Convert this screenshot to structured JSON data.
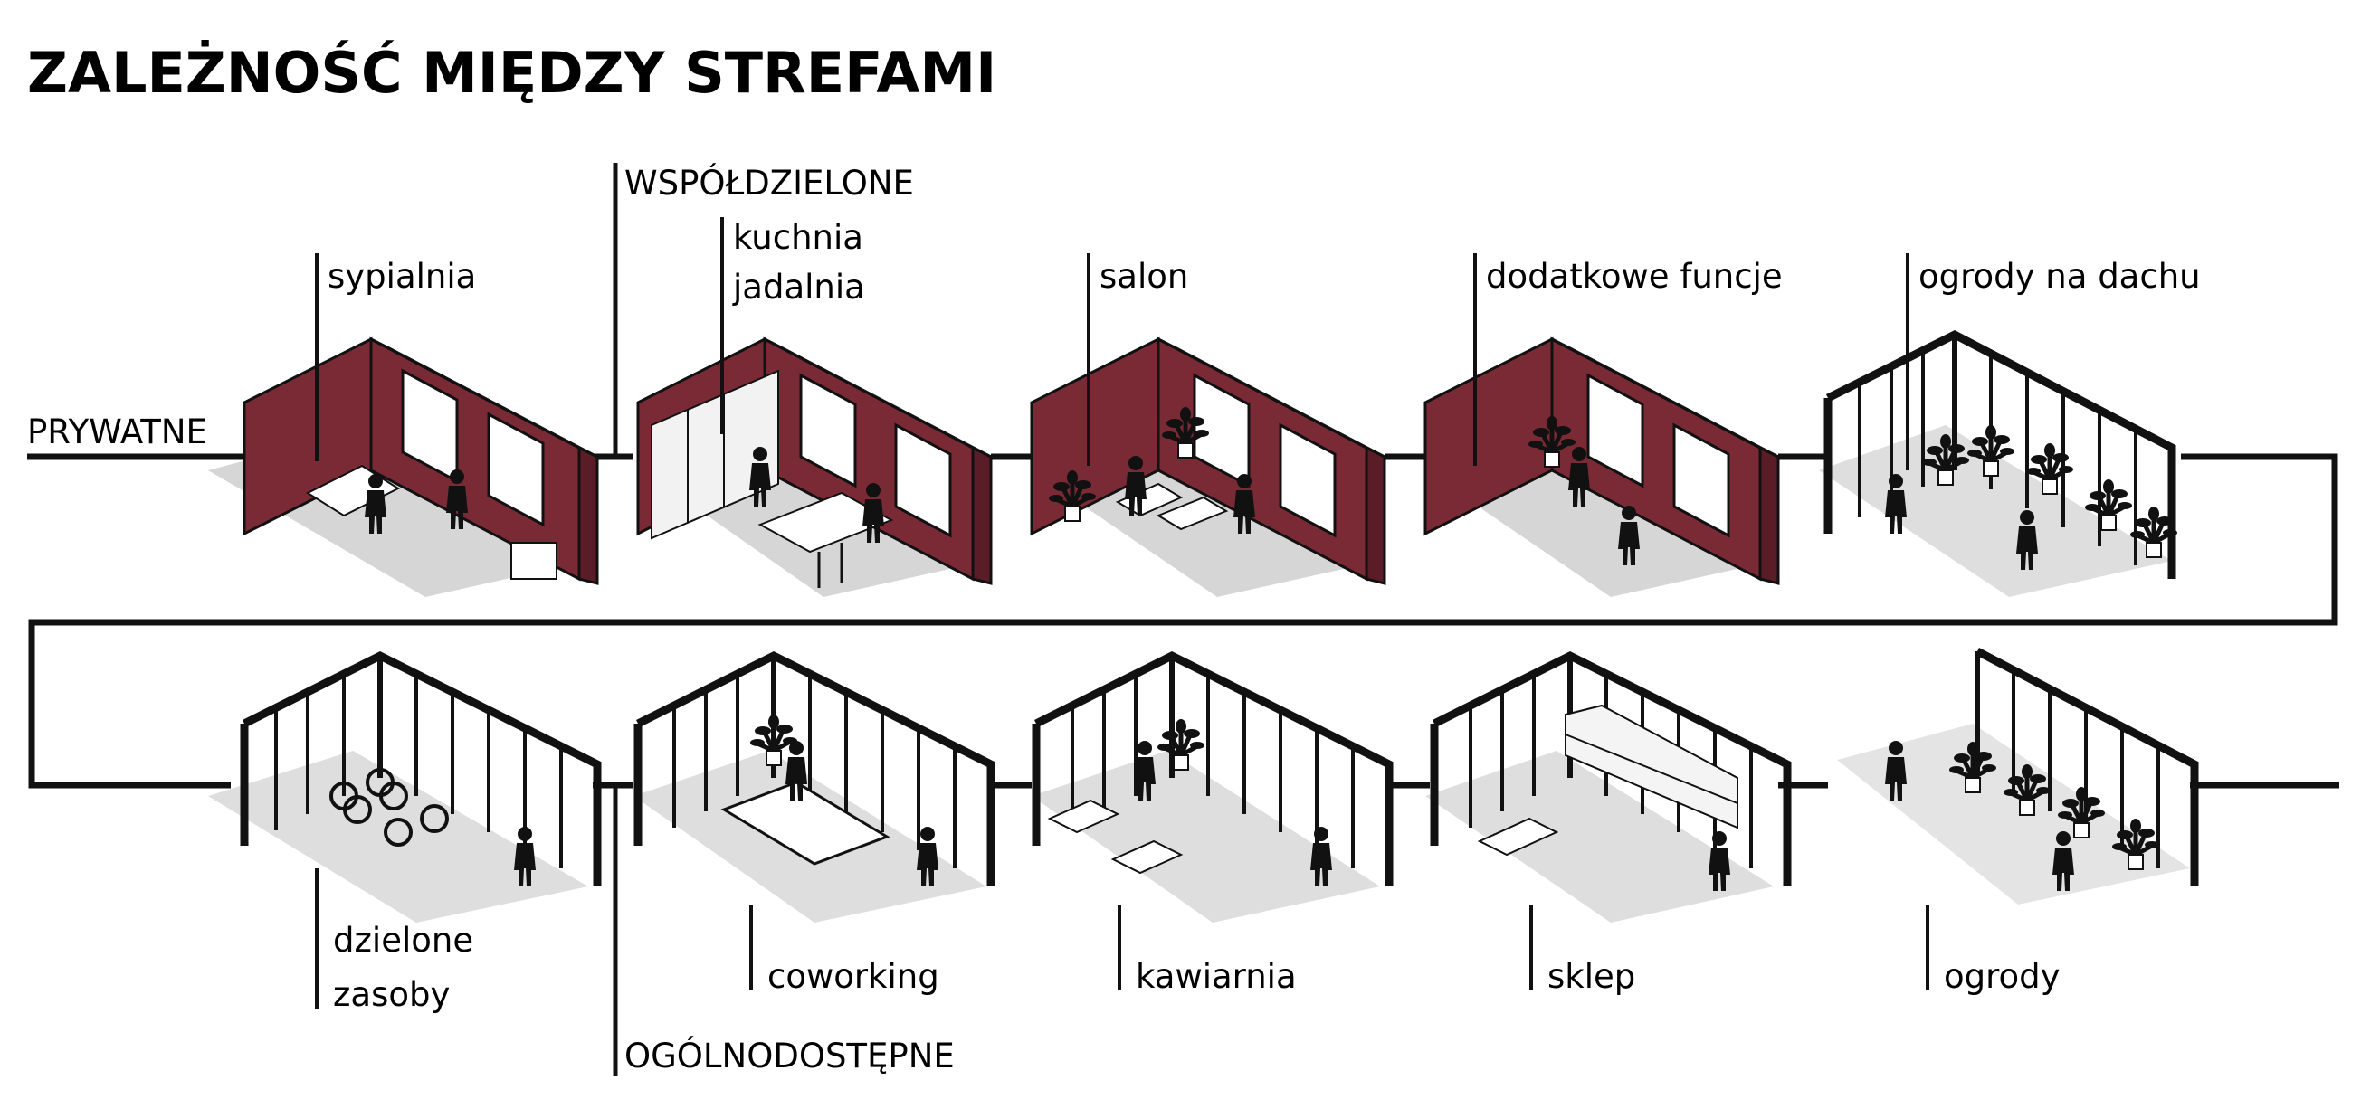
{
  "title": "ZALEŻNOŚĆ MIĘDZY STREFAMI",
  "categories": {
    "private": "PRYWATNE",
    "shared": "WSPÓŁDZIELONE",
    "public": "OGÓLNODOSTĘPNE"
  },
  "top_zones": [
    {
      "label": [
        "sypialnia"
      ]
    },
    {
      "label": [
        "kuchnia",
        "jadalnia"
      ]
    },
    {
      "label": [
        "salon"
      ]
    },
    {
      "label": [
        "dodatkowe funcje"
      ]
    },
    {
      "label": [
        "ogrody na dachu"
      ]
    }
  ],
  "bottom_zones": [
    {
      "label": [
        "dzielone",
        "zasoby"
      ]
    },
    {
      "label": [
        "coworking"
      ]
    },
    {
      "label": [
        "kawiarnia"
      ]
    },
    {
      "label": [
        "sklep"
      ]
    },
    {
      "label": [
        "ogrody"
      ]
    }
  ],
  "colors": {
    "ink": "#111111",
    "wall": "#7a2a35",
    "wall_dark": "#5a1c26",
    "shadow": "#cfcfcf",
    "window": "#ffffff"
  }
}
